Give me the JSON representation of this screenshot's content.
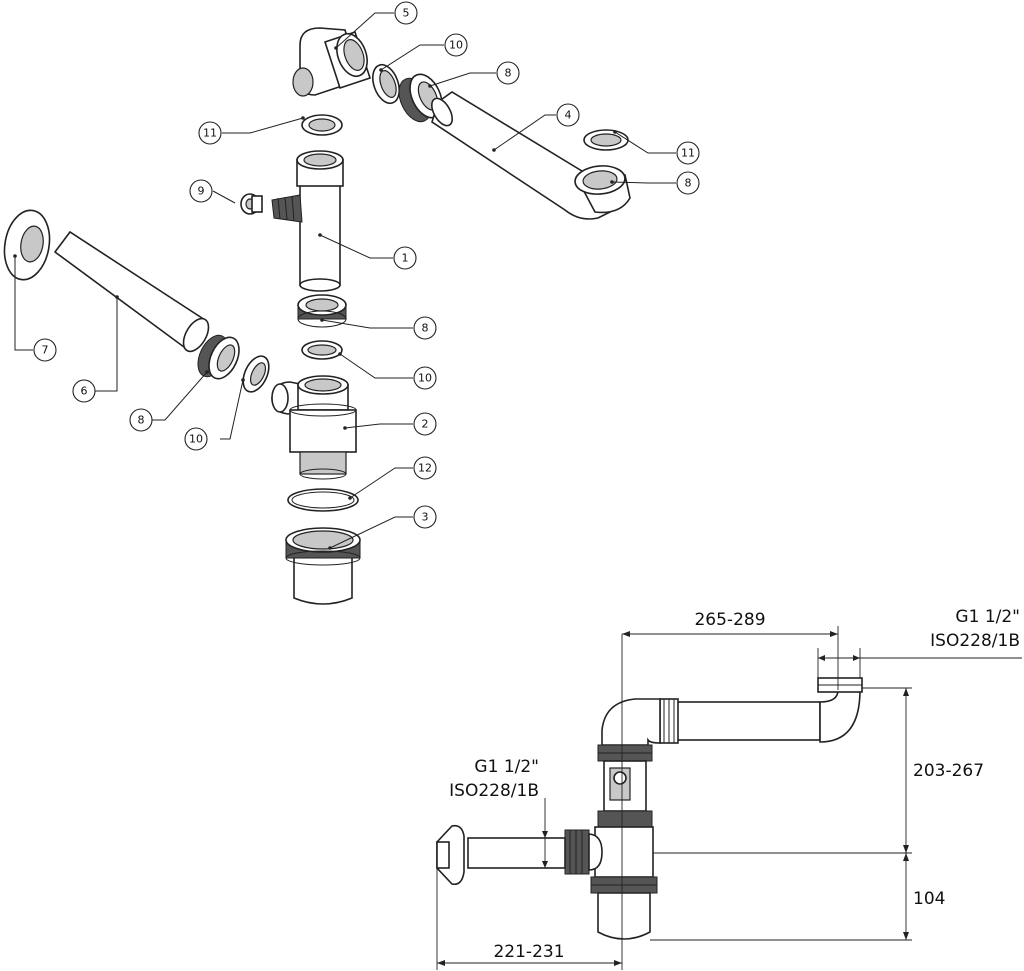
{
  "exploded_view": {
    "callouts": [
      {
        "id": "c5",
        "label": "5"
      },
      {
        "id": "c10a",
        "label": "10"
      },
      {
        "id": "c8a",
        "label": "8"
      },
      {
        "id": "c4",
        "label": "4"
      },
      {
        "id": "c11a",
        "label": "11"
      },
      {
        "id": "c8b",
        "label": "8"
      },
      {
        "id": "c11b",
        "label": "11"
      },
      {
        "id": "c9",
        "label": "9"
      },
      {
        "id": "c1",
        "label": "1"
      },
      {
        "id": "c7",
        "label": "7"
      },
      {
        "id": "c6",
        "label": "6"
      },
      {
        "id": "c8c",
        "label": "8"
      },
      {
        "id": "c10b",
        "label": "10"
      },
      {
        "id": "c8d",
        "label": "8"
      },
      {
        "id": "c10c",
        "label": "10"
      },
      {
        "id": "c2",
        "label": "2"
      },
      {
        "id": "c12",
        "label": "12"
      },
      {
        "id": "c3",
        "label": "3"
      }
    ]
  },
  "dimension_drawing": {
    "top_width": "265-289",
    "top_thread_line1": "G1  1/2\"",
    "top_thread_line2": "ISO228/1B",
    "side_thread_line1": "G1  1/2\"",
    "side_thread_line2": "ISO228/1B",
    "right_height": "203-267",
    "bottom_height": "104",
    "bottom_width": "221-231"
  }
}
